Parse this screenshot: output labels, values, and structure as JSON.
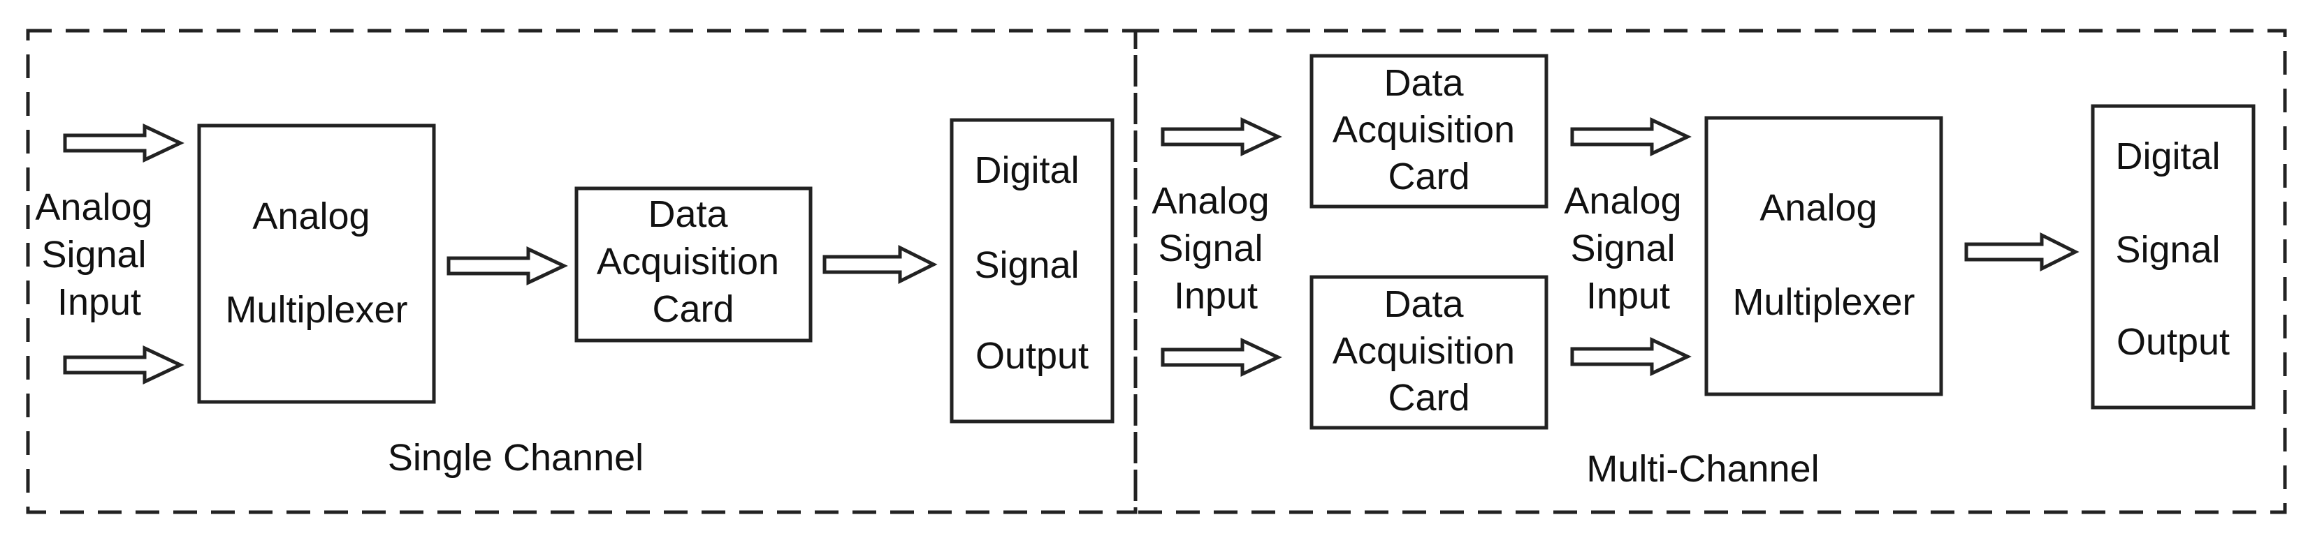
{
  "single_channel": {
    "section_label": "Single Channel",
    "input_label": [
      "Analog",
      "Signal",
      "Input"
    ],
    "multiplexer": [
      "Analog",
      "Multiplexer"
    ],
    "daq_card": [
      "Data",
      "Acquisition",
      "Card"
    ],
    "output": [
      "Digital",
      "Signal",
      "Output"
    ]
  },
  "multi_channel": {
    "section_label": "Multi-Channel",
    "input_label": [
      "Analog",
      "Signal",
      "Input"
    ],
    "daq_card_top": [
      "Data",
      "Acquisition",
      "Card"
    ],
    "daq_card_bottom": [
      "Data",
      "Acquisition",
      "Card"
    ],
    "middle_label": [
      "Analog",
      "Signal",
      "Input"
    ],
    "multiplexer": [
      "Analog",
      "Multiplexer"
    ],
    "output": [
      "Digital",
      "Signal",
      "Output"
    ]
  }
}
